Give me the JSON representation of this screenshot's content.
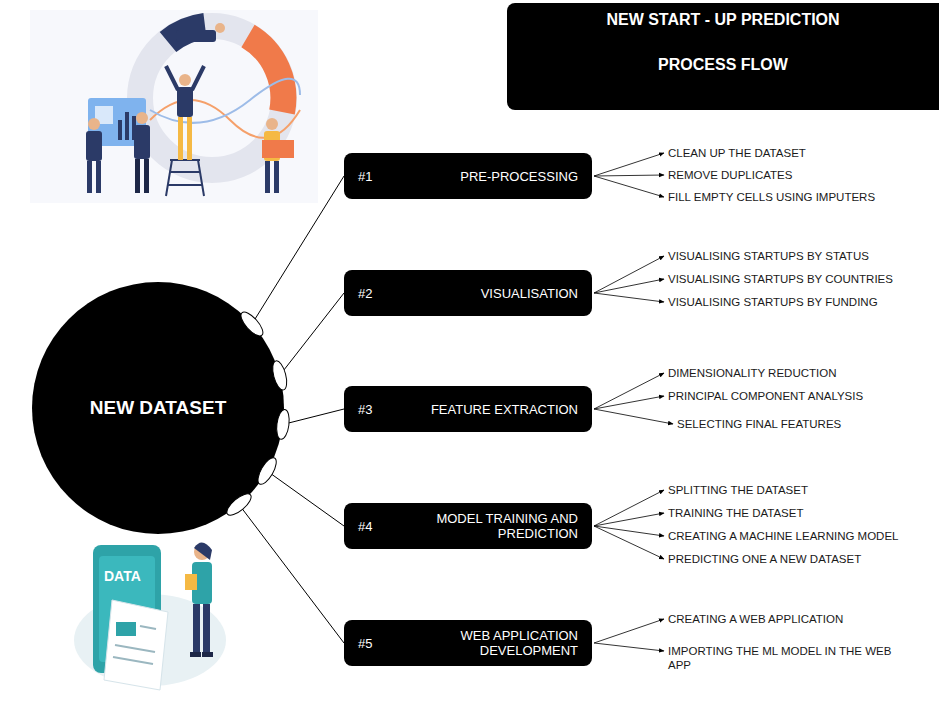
{
  "diagram": {
    "nodes": [
      {
        "text": [
          "NEW START - UP PREDICTION",
          "PROCESS FLOW"
        ]
      },
      {
        "text": [
          "NEW DATASET"
        ]
      },
      {
        "text": [
          "#1",
          "PRE-PROCESSING"
        ]
      },
      {
        "text": [
          "#2",
          "VISUALISATION"
        ]
      },
      {
        "text": [
          "#3",
          "FEATURE EXTRACTION"
        ]
      },
      {
        "text": [
          "#4",
          "MODEL TRAINING AND PREDICTION"
        ]
      },
      {
        "text": [
          "#5",
          "WEB APPLICATION DEVELOPMENT"
        ]
      }
    ],
    "edges": [
      {
        "from": 1,
        "to": 2,
        "arrow": "none"
      },
      {
        "from": 1,
        "to": 3,
        "arrow": "none"
      },
      {
        "from": 1,
        "to": 4,
        "arrow": "none"
      },
      {
        "from": 1,
        "to": 5,
        "arrow": "none"
      },
      {
        "from": 1,
        "to": 6,
        "arrow": "none"
      }
    ],
    "labels": [
      "CLEAN UP THE DATASET",
      "REMOVE DUPLICATES",
      "FILL EMPTY CELLS USING IMPUTERS",
      "VISUALISING STARTUPS BY STATUS",
      "VISUALISING STARTUPS BY COUNTRIES",
      "VISUALISING STARTUPS BY FUNDING",
      "DIMENSIONALITY REDUCTION",
      "PRINCIPAL COMPONENT ANALYSIS",
      "SELECTING FINAL FEATURES",
      "SPLITTING THE DATASET",
      "TRAINING THE DATASET",
      "CREATING A MACHINE LEARNING MODEL",
      "PREDICTING ONE A NEW DATASET",
      "CREATING A WEB APPLICATION",
      "IMPORTING THE ML MODEL IN THE WEB APP",
      "DATA"
    ]
  }
}
